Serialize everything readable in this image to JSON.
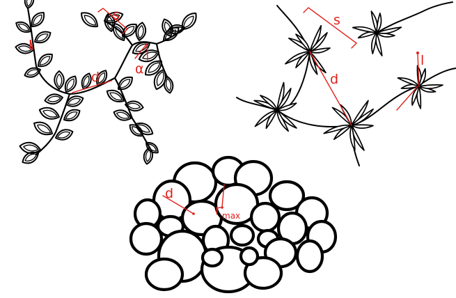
{
  "panels": {
    "branching_leaves": {
      "labels": {
        "spacing": "s",
        "distance": "d",
        "angle": "α",
        "length": "l"
      }
    },
    "star_network": {
      "labels": {
        "spacing": "s",
        "distance": "d",
        "length": "l"
      }
    },
    "packed_cells": {
      "labels": {
        "distance": "d",
        "radius": "r",
        "radius_sub": "max"
      }
    }
  },
  "colors": {
    "ink": "#000000",
    "annotation": "#e0201a",
    "background": "#ffffff"
  }
}
